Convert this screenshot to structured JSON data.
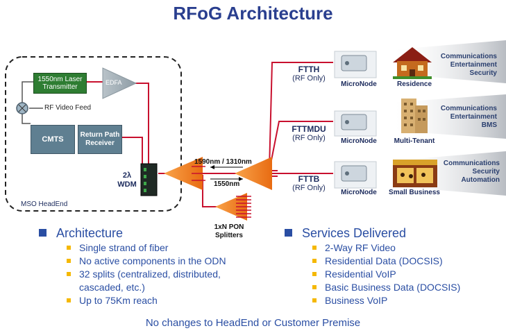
{
  "title": "RFoG Architecture",
  "headend": {
    "label": "MSO HeadEnd",
    "laser": "1550nm Laser Transmitter",
    "edfa": "EDFA",
    "rf_feed": "RF Video Feed",
    "cmts": "CMTS",
    "return_path": "Return Path Receiver",
    "wdm": "2λ WDM"
  },
  "wavelengths": {
    "upstream": "1590nm / 1310nm",
    "downstream": "1550nm"
  },
  "splitters": "1xN PON Splitters",
  "branches": [
    {
      "name": "FTTH",
      "sub": "(RF Only)",
      "node": "MicroNode",
      "premise": "Residence",
      "services": [
        "Communications",
        "Entertainment",
        "Security"
      ]
    },
    {
      "name": "FTTMDU",
      "sub": "(RF Only)",
      "node": "MicroNode",
      "premise": "Multi-Tenant",
      "services": [
        "Communications",
        "Entertainment",
        "BMS"
      ]
    },
    {
      "name": "FTTB",
      "sub": "(RF Only)",
      "node": "MicroNode",
      "premise": "Small Business",
      "services": [
        "Communications",
        "Security",
        "Automation"
      ]
    }
  ],
  "architecture": {
    "heading": "Architecture",
    "items": [
      "Single strand of fiber",
      "No active components in the ODN",
      "32 splits (centralized, distributed, cascaded, etc.)",
      "Up to 75Km reach"
    ]
  },
  "services": {
    "heading": "Services Delivered",
    "items": [
      "2-Way RF Video",
      "Residential Data (DOCSIS)",
      "Residential VoIP",
      "Basic Business Data (DOCSIS)",
      "Business VoIP"
    ]
  },
  "footer": "No changes to HeadEnd or Customer Premise",
  "colors": {
    "fiber": "#c8102e",
    "splitter": "#f5821f",
    "title": "#2a3f8f",
    "laser": "#2e7d32",
    "cmts": "#5f7f91"
  }
}
